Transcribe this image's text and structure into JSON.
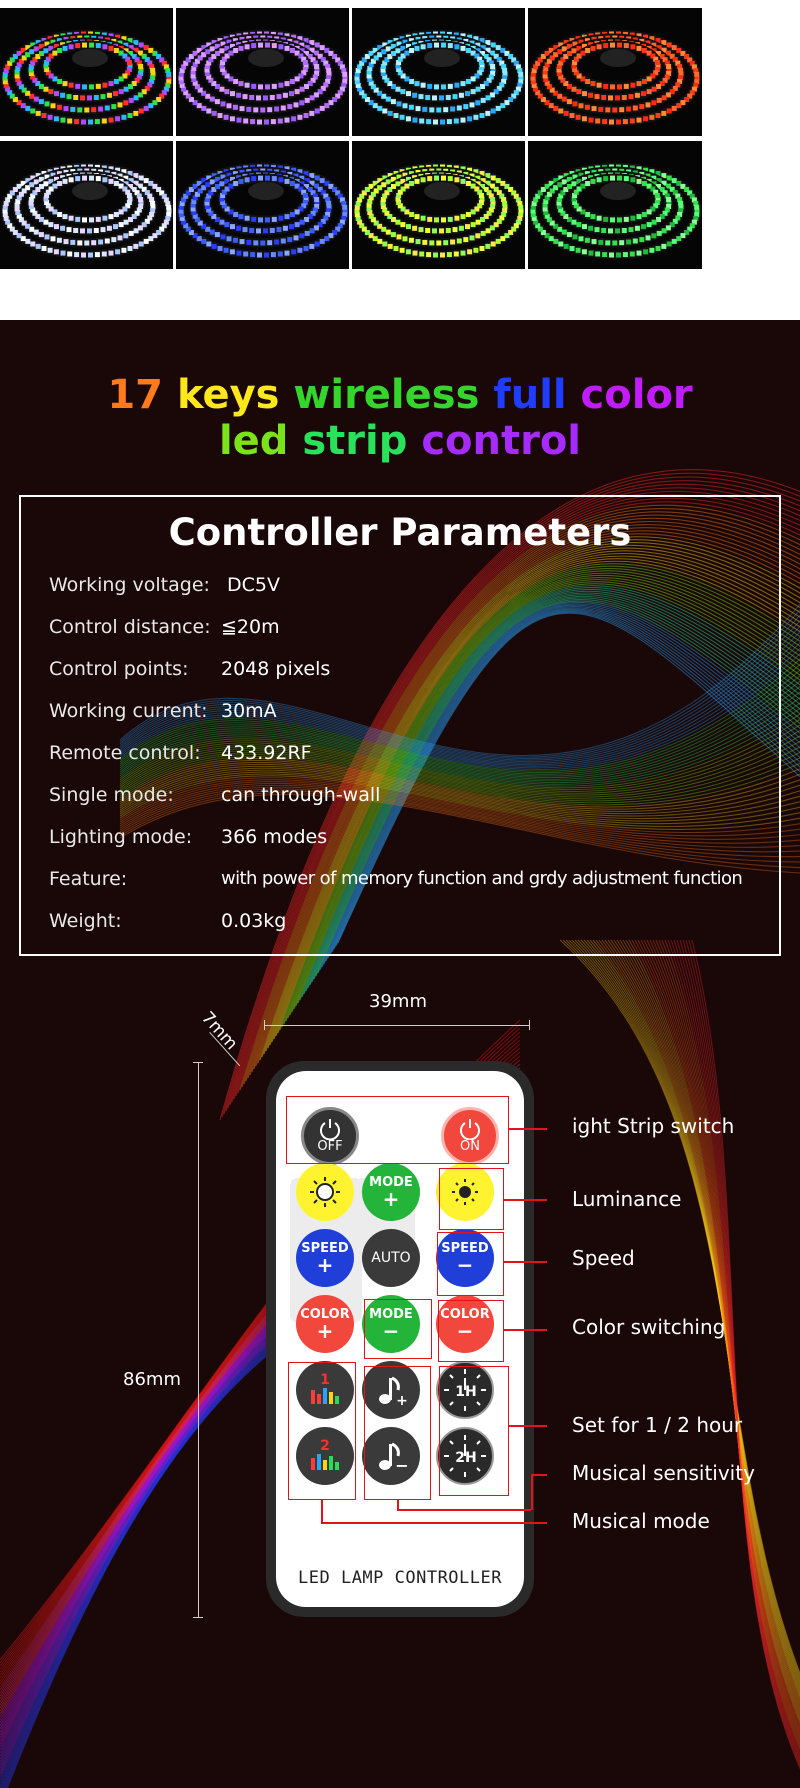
{
  "title": {
    "line1": [
      {
        "text": "17 ",
        "color": "#ff7a1a"
      },
      {
        "text": "keys ",
        "color": "#ffe81a"
      },
      {
        "text": "wireless ",
        "color": "#35d62b"
      },
      {
        "text": "full ",
        "color": "#1f3cff"
      },
      {
        "text": "color",
        "color": "#c11bff"
      }
    ],
    "line2": [
      {
        "text": "led ",
        "color": "#7be31a"
      },
      {
        "text": "strip ",
        "color": "#2ae15a"
      },
      {
        "text": "control",
        "color": "#a52bff"
      }
    ]
  },
  "params": {
    "heading": "Controller Parameters",
    "rows": [
      {
        "label": "Working voltage:",
        "value": "DC5V"
      },
      {
        "label": "Control distance:",
        "value": "≦20m"
      },
      {
        "label": "Control points:",
        "value": "2048 pixels"
      },
      {
        "label": "Working current:",
        "value": "30mA"
      },
      {
        "label": "Remote control:",
        "value": "433.92RF"
      },
      {
        "label": "Single mode:",
        "value": "can through-wall"
      },
      {
        "label": "Lighting mode:",
        "value": "366 modes"
      },
      {
        "label": "Feature:",
        "value": "with power of memory function and grdy adjustment function"
      },
      {
        "label": "Weight:",
        "value": "0.03kg"
      }
    ]
  },
  "dimensions": {
    "width": "39mm",
    "depth": "7mm",
    "height": "86mm"
  },
  "remote": {
    "label": "LED LAMP CONTROLLER",
    "buttons": {
      "off": "OFF",
      "on": "ON",
      "mode_plus": [
        "MODE",
        "+"
      ],
      "speed_plus": [
        "SPEED",
        "+"
      ],
      "auto": "AUTO",
      "speed_minus": [
        "SPEED",
        "−"
      ],
      "color_plus": [
        "COLOR",
        "+"
      ],
      "mode_minus": [
        "MODE",
        "−"
      ],
      "color_minus": [
        "COLOR",
        "−"
      ],
      "music_mode_1": "1",
      "music_mode_2": "2",
      "timer_1h": "1H",
      "timer_2h": "2H"
    }
  },
  "callouts": {
    "switch": "ight Strip switch",
    "luminance": "Luminance",
    "speed": "Speed",
    "color": "Color switching",
    "timer": "Set for 1 / 2 hour",
    "sensitivity": "Musical sensitivity",
    "mode": "Musical mode"
  },
  "photos": [
    {
      "name": "rainbow"
    },
    {
      "name": "purple"
    },
    {
      "name": "cyan"
    },
    {
      "name": "red"
    },
    {
      "name": "white"
    },
    {
      "name": "blue"
    },
    {
      "name": "yellow"
    },
    {
      "name": "green"
    }
  ],
  "colors": {
    "panel_bg": "#1a0708",
    "accent_red": "#e0141a"
  }
}
